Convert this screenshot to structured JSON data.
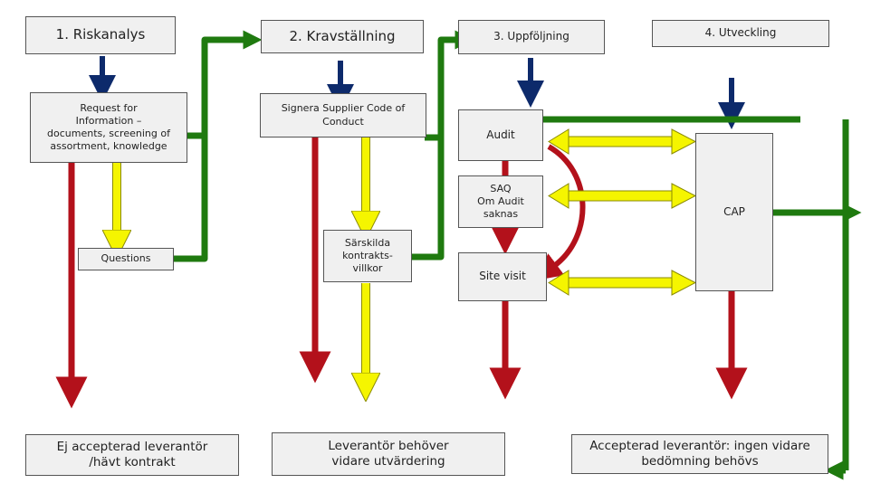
{
  "phases": [
    {
      "label": "1. Riskanalys"
    },
    {
      "label": "2. Kravställning"
    },
    {
      "label": "3. Uppföljning"
    },
    {
      "label": "4. Utveckling"
    }
  ],
  "steps": {
    "rfi": "Request for\nInformation –\ndocuments, screening of\nassortment, knowledge",
    "questions": "Questions",
    "code_of_conduct": "Signera Supplier Code of\nConduct",
    "special_terms": "Särskilda\nkontrakts-\nvillkor",
    "audit": "Audit",
    "saq": "SAQ\nOm Audit\nsaknas",
    "site_visit": "Site visit",
    "cap": "CAP"
  },
  "outcomes": {
    "rejected": "Ej accepterad leverantör\n/hävt kontrakt",
    "further_evaluation": "Leverantör behöver\nvidare utvärdering",
    "accepted": "Accepterad leverantör: ingen vidare\nbedömning behövs"
  },
  "colors": {
    "start_arrow": "#0d2a6b",
    "reject_arrow": "#b3111b",
    "evaluate_arrow": "#f5f500",
    "accept_arrow": "#1f7a0f",
    "box_fill": "#f0f0f0",
    "box_border": "#555555"
  }
}
